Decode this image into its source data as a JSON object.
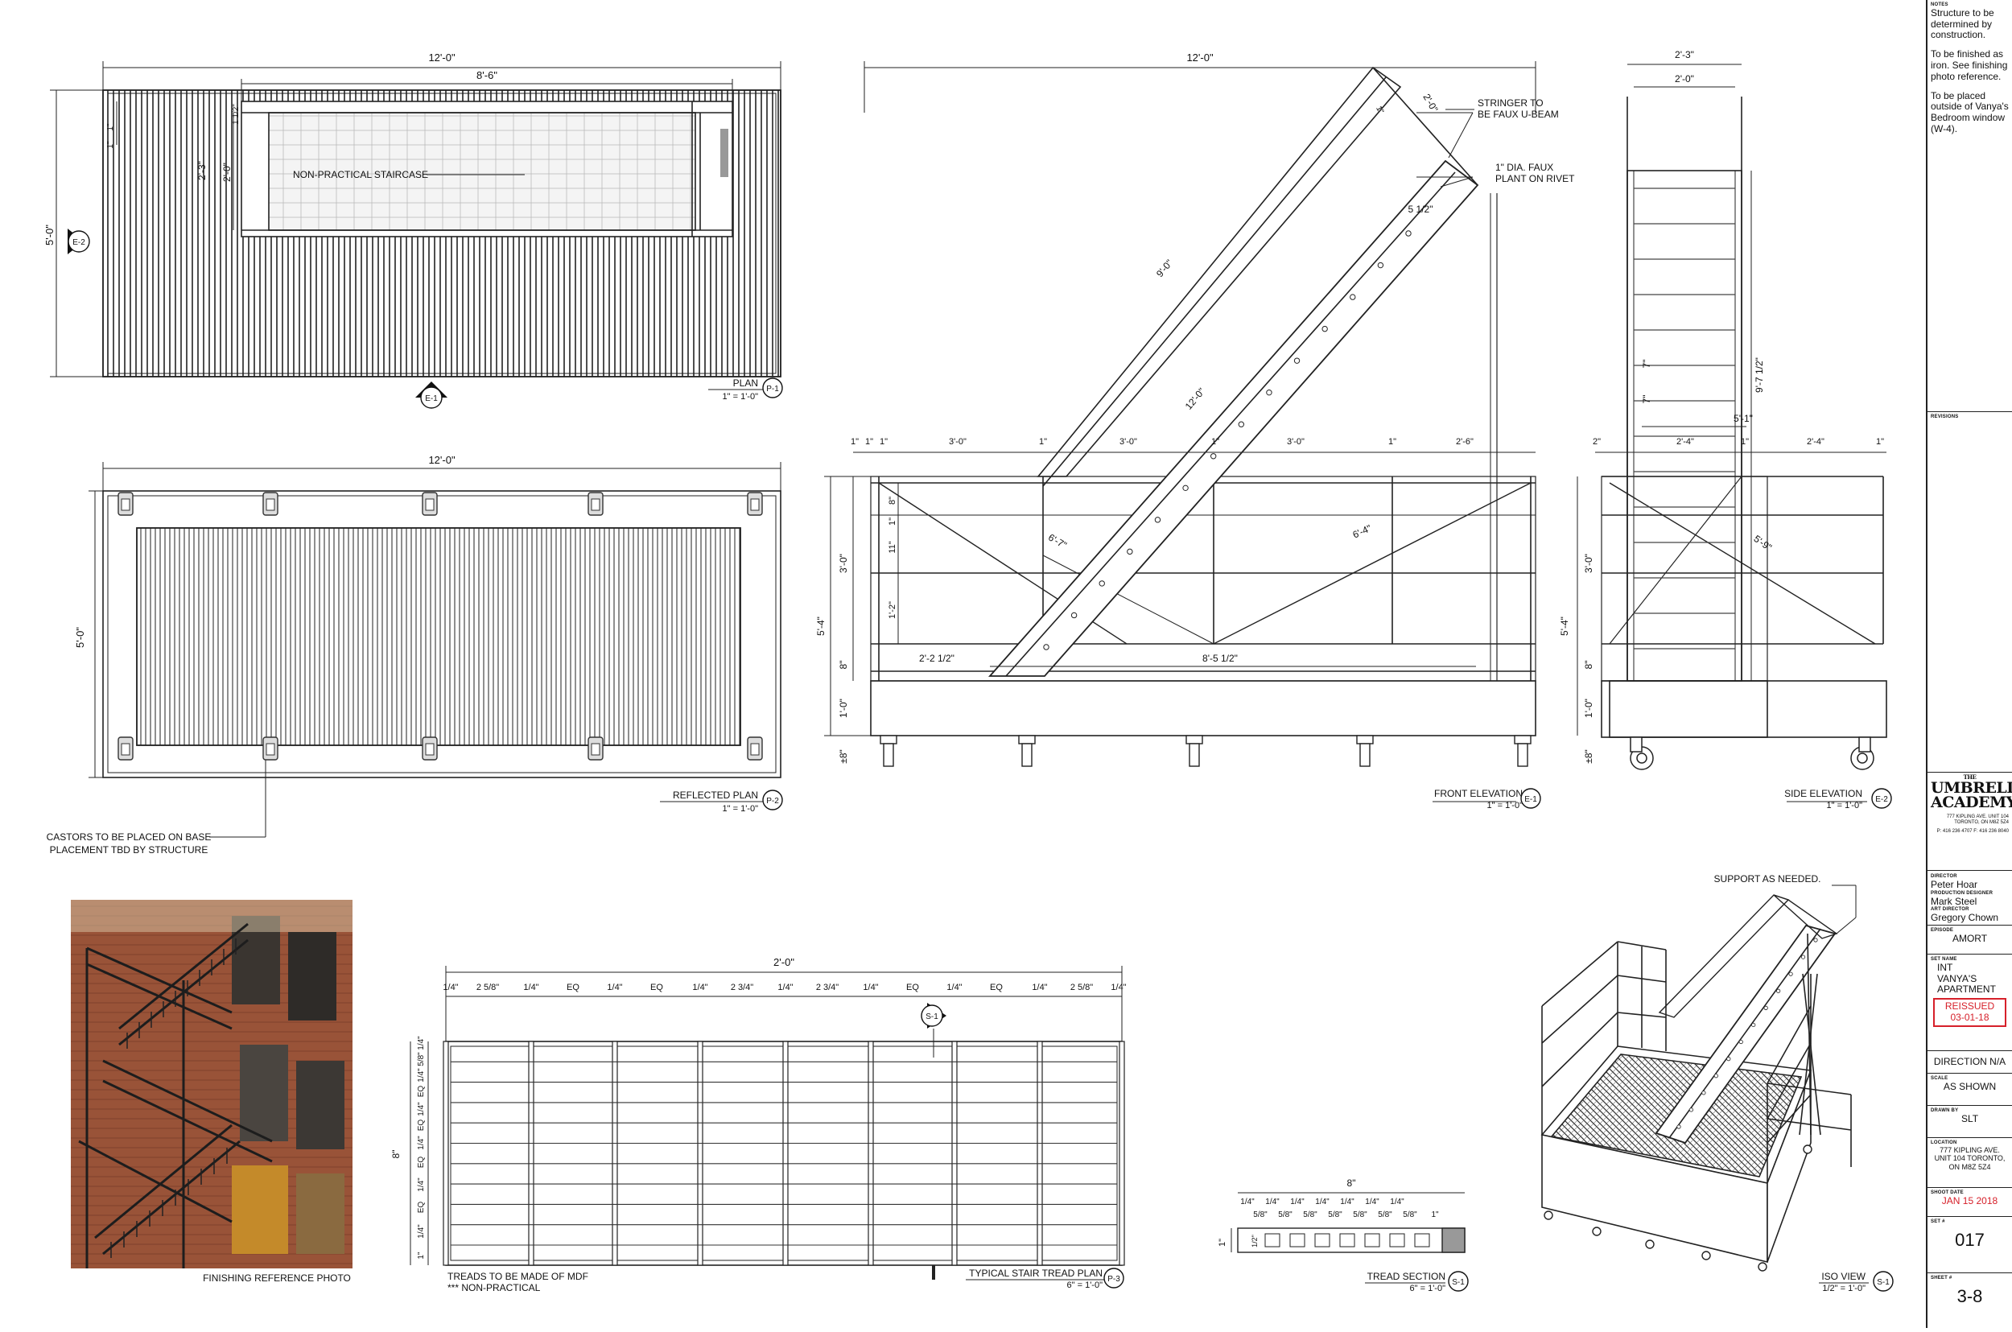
{
  "plan": {
    "dim_overall": "12'-0\"",
    "dim_inner": "8'-6\"",
    "dim_depth": "5'-0\"",
    "dim_1a": "1\"",
    "dim_1b": "1\"",
    "dim_1c": "1 1/2\"",
    "dim_23": "2'-3\"",
    "dim_20": "2'-0\"",
    "note": "NON-PRACTICAL STAIRCASE",
    "tag_e2": "E-2",
    "tag_e1": "E-1",
    "title": "PLAN",
    "scale": "1\" = 1'-0\"",
    "tag": "P-1"
  },
  "reflected": {
    "dim_overall": "12'-0\"",
    "dim_depth": "5'-0\"",
    "title": "REFLECTED PLAN",
    "scale": "1\" = 1'-0\"",
    "tag": "P-2",
    "note_line1": "CASTORS TO BE PLACED ON BASE",
    "note_line2": "PLACEMENT TBD BY STRUCTURE"
  },
  "front": {
    "dim_overall": "12'-0\"",
    "dim_90": "9'-0\"",
    "dim_120": "12'-0\"",
    "dim_20": "2'-0\"",
    "dim_1": "1\"",
    "dim_512": "5 1/2\"",
    "stringer_line1": "STRINGER TO",
    "stringer_line2": "BE FAUX U-BEAM",
    "rivet_line1": "1\" DIA. FAUX",
    "rivet_line2": "PLANT ON RIVET",
    "seg": [
      "1\"",
      "1\"",
      "1\"",
      "3'-0\"",
      "1\"",
      "3'-0\"",
      "1\"",
      "3'-0\"",
      "1\"",
      "2'-6\""
    ],
    "dim_67": "6'-7\"",
    "dim_64": "6'-4\"",
    "dim_30": "3'-0\"",
    "dim_54": "5'-4\"",
    "dim_8": "8\"",
    "dim_10": "1'-0\"",
    "dim_pm8": "±8\"",
    "dim_8b": "8\"",
    "dim_1b": "1\"",
    "dim_11": "11\"",
    "dim_12": "1'-2\"",
    "dim_2212": "2'-2 1/2\"",
    "dim_8512": "8'-5 1/2\"",
    "title": "FRONT ELEVATION",
    "scale": "1\" = 1'-0\"",
    "tag": "E-1"
  },
  "side": {
    "dim_23": "2'-3\"",
    "dim_20": "2'-0\"",
    "dim_7a": "7\"",
    "dim_7b": "7\"",
    "dim_9712": "9'-7 1/2\"",
    "dim_51": "5'-1\"",
    "seg": [
      "2\"",
      "2'-4\"",
      "1\"",
      "2'-4\"",
      "1\""
    ],
    "dim_30": "3'-0\"",
    "dim_54": "5'-4\"",
    "dim_59": "5'-9\"",
    "dim_8": "8\"",
    "dim_10": "1'-0\"",
    "dim_pm8": "±8\"",
    "title": "SIDE ELEVATION",
    "scale": "1\" = 1'-0\"",
    "tag": "E-2"
  },
  "photo": {
    "caption": "FINISHING REFERENCE PHOTO"
  },
  "tread_plan": {
    "dim_overall": "2'-0\"",
    "top_dims": [
      "1/4\"",
      "2 5/8\"",
      "1/4\"",
      "EQ",
      "1/4\"",
      "EQ",
      "1/4\"",
      "2 3/4\"",
      "1/4\"",
      "2 3/4\"",
      "1/4\"",
      "EQ",
      "1/4\"",
      "EQ",
      "1/4\"",
      "2 5/8\"",
      "1/4\""
    ],
    "left_dims": [
      "1/4\"",
      "5/8\"",
      "1/4\"",
      "EQ",
      "1/4\"",
      "EQ",
      "1/4\"",
      "EQ",
      "1/4\"",
      "EQ",
      "1/4\"",
      "1\""
    ],
    "dim_height": "8\"",
    "tag_s1": "S-1",
    "note_line1": "TREADS TO BE MADE OF MDF",
    "note_line2": "*** NON-PRACTICAL",
    "title": "TYPICAL STAIR TREAD PLAN",
    "scale": "6\" = 1'-0\"",
    "tag": "P-3"
  },
  "tread_section": {
    "dim_overall": "8\"",
    "top_dims": [
      "1/4\"",
      "1/4\"",
      "1/4\"",
      "1/4\"",
      "1/4\"",
      "1/4\"",
      "1/4\""
    ],
    "sub_dims": [
      "5/8\"",
      "5/8\"",
      "5/8\"",
      "5/8\"",
      "5/8\"",
      "5/8\"",
      "5/8\"",
      "1\""
    ],
    "dim_1": "1\"",
    "dim_12": "1/2\"",
    "title": "TREAD SECTION",
    "scale": "6\" = 1'-0\"",
    "tag": "S-1"
  },
  "iso": {
    "note": "SUPPORT AS NEEDED.",
    "title": "ISO VIEW",
    "scale": "1/2\" = 1'-0\"",
    "tag": "S-1"
  },
  "title_block": {
    "notes_label": "NOTES",
    "note1": "Structure to be determined by construction.",
    "note2": "To be finished as iron. See finishing photo reference.",
    "note3": "To be placed outside of Vanya's Bedroom window (W-4).",
    "revisions_label": "REVISIONS",
    "logo_top": "THE",
    "logo_line1": "UMBRELLA",
    "logo_line2": "ACADEMY",
    "address_small": "777 KIPLING AVE. UNIT 104 TORONTO, ON M8Z 5Z4",
    "phone_small": "P: 416 236 4707 F: 416 236 8040",
    "director_label": "DIRECTOR",
    "director": "Peter Hoar",
    "pd_label": "PRODUCTION DESIGNER",
    "pd": "Mark Steel",
    "ad_label": "ART DIRECTOR",
    "ad": "Gregory Chown",
    "episode_label": "EPISODE",
    "episode": "AMORT",
    "set_label": "SET NAME",
    "set_line1": "INT",
    "set_line2": "VANYA'S",
    "set_line3": "APARTMENT",
    "reissued": "REISSUED",
    "reissued_date": "03-01-18",
    "direction": "DIRECTION N/A",
    "scale_label": "SCALE",
    "scale": "AS SHOWN",
    "drawn_label": "DRAWN BY",
    "drawn": "SLT",
    "location_label": "LOCATION",
    "location": "777 KIPLING AVE. UNIT 104 TORONTO, ON M8Z 5Z4",
    "shoot_label": "SHOOT DATE",
    "shoot": "JAN 15 2018",
    "set_no_label": "SET #",
    "set_no": "017",
    "sheet_label": "SHEET #",
    "sheet": "3-8",
    "accent_red": "#d6202a"
  }
}
